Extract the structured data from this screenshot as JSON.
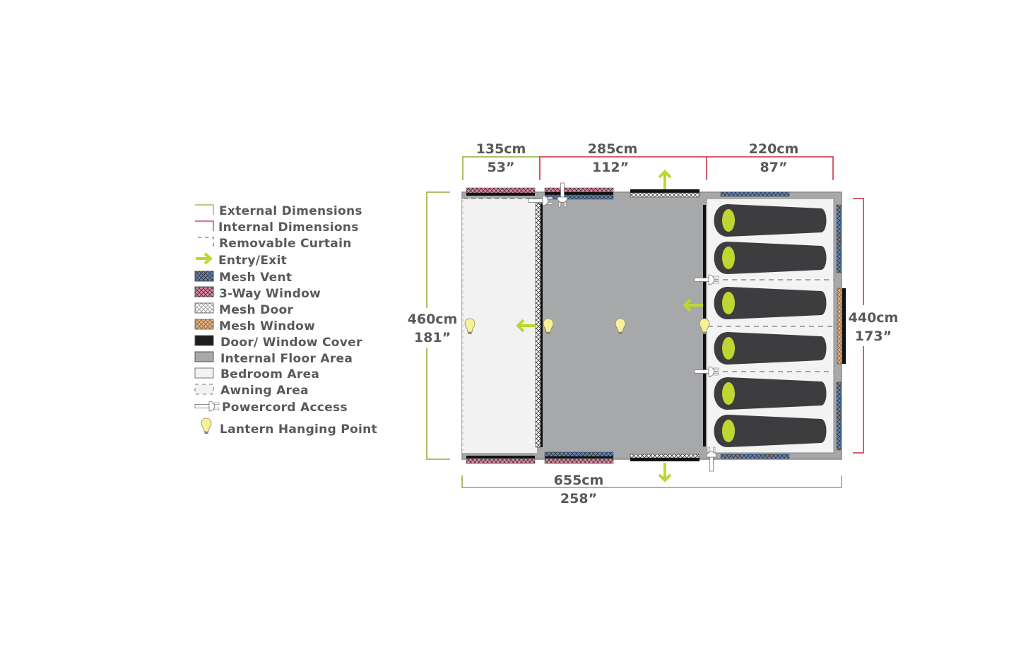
{
  "legend": {
    "items": [
      {
        "key": "external",
        "label": "External Dimensions"
      },
      {
        "key": "internal",
        "label": "Internal Dimensions"
      },
      {
        "key": "curtain",
        "label": "Removable Curtain"
      },
      {
        "key": "entry",
        "label": "Entry/Exit"
      },
      {
        "key": "mesh_vent",
        "label": "Mesh Vent"
      },
      {
        "key": "three_way",
        "label": "3-Way Window"
      },
      {
        "key": "mesh_door",
        "label": "Mesh Door"
      },
      {
        "key": "mesh_window",
        "label": "Mesh Window"
      },
      {
        "key": "cover",
        "label": "Door/ Window Cover"
      },
      {
        "key": "floor",
        "label": "Internal Floor Area"
      },
      {
        "key": "bedroom",
        "label": "Bedroom Area"
      },
      {
        "key": "awning",
        "label": "Awning Area"
      },
      {
        "key": "powercord",
        "label": "Powercord Access"
      },
      {
        "key": "lantern",
        "label": "Lantern Hanging Point"
      }
    ]
  },
  "dimensions": {
    "top_awning": {
      "cm": "135cm",
      "in": "53”"
    },
    "top_living": {
      "cm": "285cm",
      "in": "112”"
    },
    "top_bedroom": {
      "cm": "220cm",
      "in": "87”"
    },
    "left_external": {
      "cm": "460cm",
      "in": "181”"
    },
    "right_internal": {
      "cm": "440cm",
      "in": "173”"
    },
    "bottom_external": {
      "cm": "655cm",
      "in": "258”"
    }
  },
  "colors": {
    "external": "#8dab3c",
    "internal": "#c8283f",
    "entry": "#bfd630",
    "mesh_vent": "#5b86c0",
    "three_way": "#e58aa6",
    "mesh_window": "#e8b27f",
    "floor": "#a7a8aa",
    "bedroom": "#f2f2f2",
    "sleeping_bag": "#3d3d3f",
    "lantern": "#f7f19a"
  }
}
